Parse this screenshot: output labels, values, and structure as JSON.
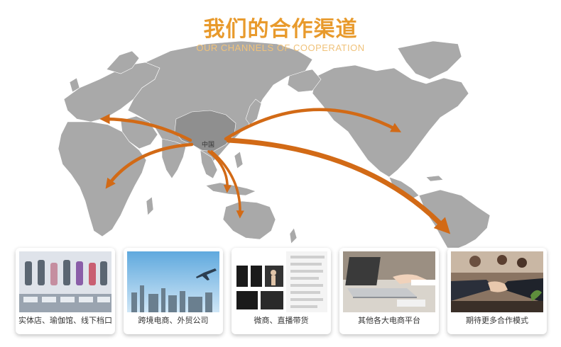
{
  "header": {
    "title": "我们的合作渠道",
    "subtitle": "OUR CHANNELS OF COOPERATION"
  },
  "map": {
    "origin_label": "中国"
  },
  "colors": {
    "accent": "#e89a2c",
    "arrow": "#d26a16",
    "land": "#a9a9a9",
    "china": "#8f8f8f"
  },
  "channels": [
    {
      "label": "实体店、瑜伽馆、线下档口",
      "image": "yoga-store-photo"
    },
    {
      "label": "跨境电商、外贸公司",
      "image": "cross-border-photo"
    },
    {
      "label": "微商、直播带货",
      "image": "livestream-photo"
    },
    {
      "label": "其他各大电商平台",
      "image": "laptop-photo"
    },
    {
      "label": "期待更多合作模式",
      "image": "handshake-photo"
    }
  ]
}
